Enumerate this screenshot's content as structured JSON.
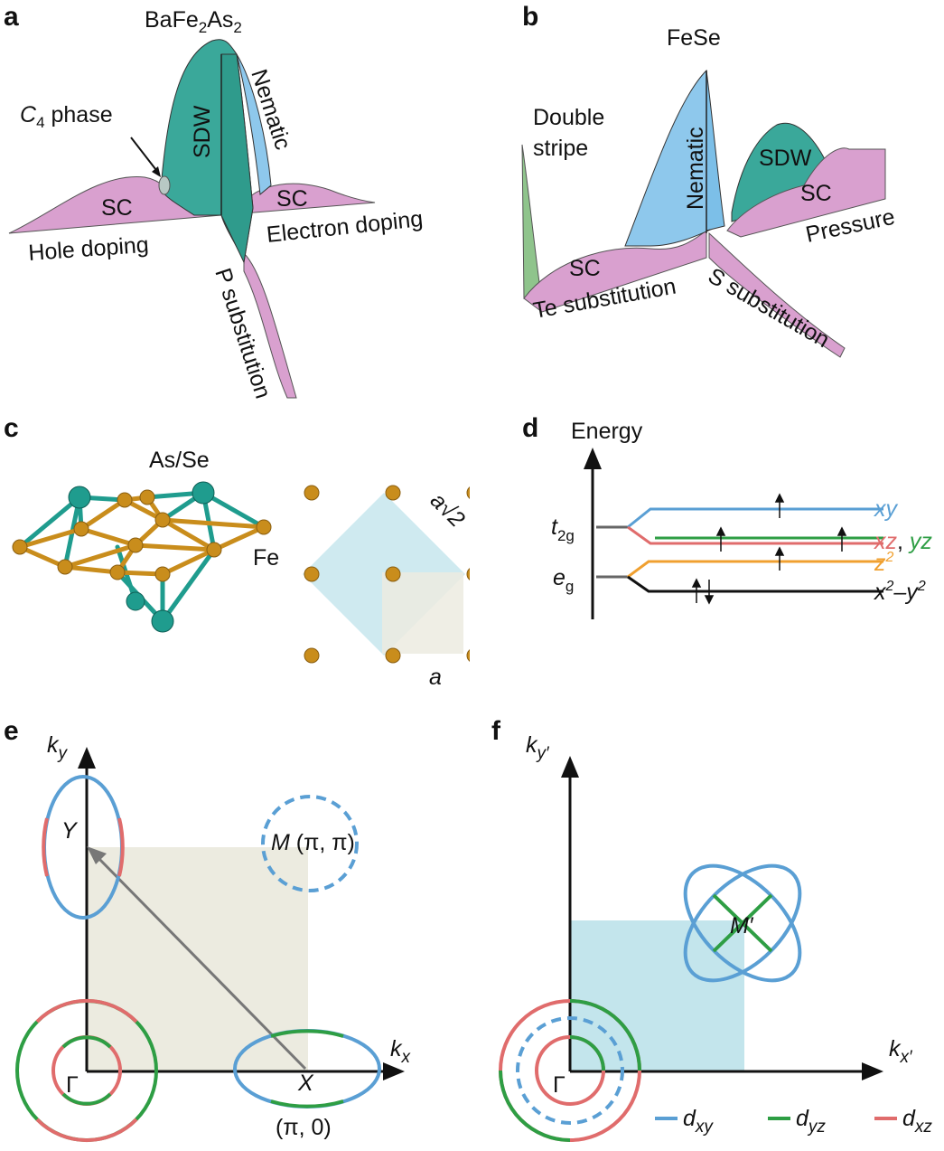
{
  "panel_a": {
    "letter": "a",
    "title_main": "BaFe",
    "title_sub1": "2",
    "title_mid": "As",
    "title_sub2": "2",
    "c4_main": "C",
    "c4_sub": "4",
    "c4_rest": " phase",
    "sdw": "SDW",
    "nematic": "Nematic",
    "sc_left": "SC",
    "sc_right": "SC",
    "axis_left": "Hole doping",
    "axis_right": "Electron doping",
    "axis_down": "P substitution"
  },
  "panel_b": {
    "letter": "b",
    "title": "FeSe",
    "double": "Double",
    "stripe": "stripe",
    "nematic": "Nematic",
    "sdw": "SDW",
    "sc_left": "SC",
    "sc_right": "SC",
    "axis_left": "Te substitution",
    "axis_right": "Pressure",
    "axis_down": "S substitution"
  },
  "panel_c": {
    "letter": "c",
    "as_se": "As/Se",
    "fe": "Fe",
    "a_root2": "a√2",
    "a": "a"
  },
  "panel_d": {
    "letter": "d",
    "energy": "Energy",
    "t2g_main": "t",
    "t2g_sub": "2g",
    "eg_main": "e",
    "eg_sub": "g",
    "xy": "xy",
    "xz": "xz",
    "comma": ",",
    "yz": "yz",
    "z2_main": "z",
    "z2_sup": "2",
    "x2y2_x": "x",
    "x2y2_sup1": "2",
    "x2y2_dash": "–y",
    "x2y2_sup2": "2",
    "colors": {
      "xy": "#5a9fd4",
      "xz": "#e06c6c",
      "yz": "#2e9e44",
      "z2": "#f0a030",
      "x2y2": "#111111",
      "stem": "#666666"
    }
  },
  "panel_e": {
    "letter": "e",
    "ky_k": "k",
    "ky_sub": "y",
    "kx_k": "k",
    "kx_sub": "x",
    "Y": "Y",
    "X": "X",
    "Gamma": "Γ",
    "M_label": "M",
    "M_coord": " (π, π)",
    "X_coord": "(π, 0)"
  },
  "panel_f": {
    "letter": "f",
    "ky_k": "k",
    "ky_sub": "y′",
    "kx_k": "k",
    "kx_sub": "x′",
    "M_prime": "M′",
    "Gamma": "Γ"
  },
  "legend": {
    "dxy_d": "d",
    "dxy_sub": "xy",
    "dyz_d": "d",
    "dyz_sub": "yz",
    "dxz_d": "d",
    "dxz_sub": "xz",
    "colors": {
      "dxy": "#5a9fd4",
      "dyz": "#2e9e44",
      "dxz": "#e06c6c"
    }
  },
  "colors": {
    "sc_pink": "#d9a0cf",
    "sdw_teal": "#3aa89a",
    "nematic_blue": "#8ec8ec",
    "double_stripe_green": "#8fc48c",
    "fe_gold": "#c98d1c",
    "as_teal": "#1f9c8e",
    "bz_beige": "#ecebe0",
    "bz_cyan": "#c3e5ec",
    "arrow_gray": "#777777"
  }
}
